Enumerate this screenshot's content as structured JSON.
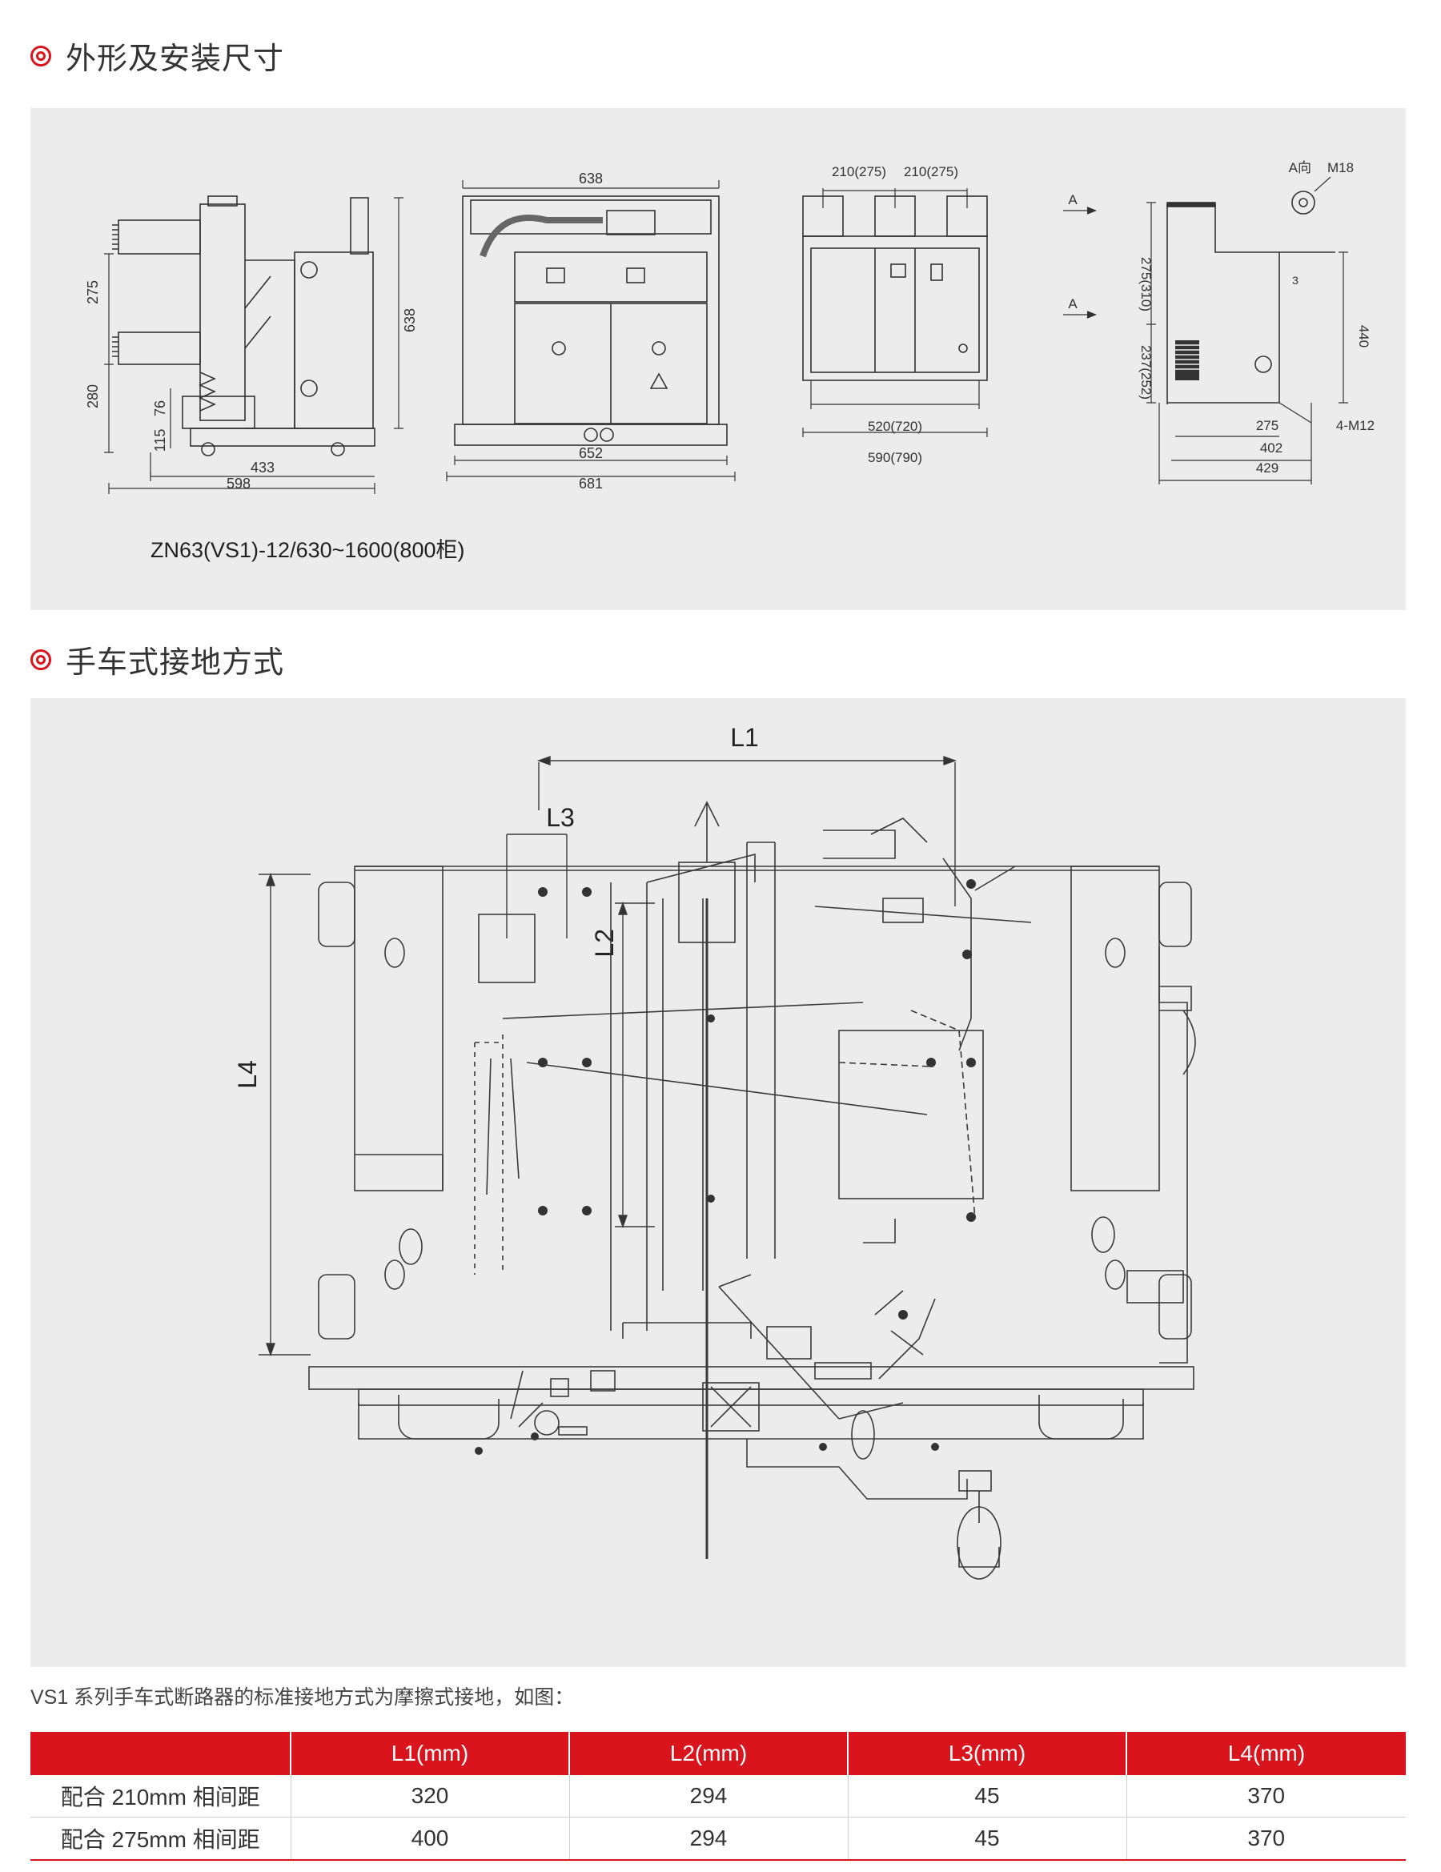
{
  "section1": {
    "title": "外形及安装尺寸"
  },
  "drawing1": {
    "caption": "ZN63(VS1)-12/630~1600(800柜)",
    "dims_side": [
      "275",
      "280",
      "76",
      "115",
      "433",
      "598",
      "638"
    ],
    "dims_front": [
      "638",
      "652",
      "681"
    ],
    "dims_top": [
      "210(275)",
      "210(275)",
      "520(720)",
      "590(790)"
    ],
    "dims_mount": [
      "A向",
      "M18",
      "A",
      "A",
      "275(310)",
      "237(252)",
      "440",
      "275",
      "4-M12",
      "402",
      "429",
      "3"
    ]
  },
  "section2": {
    "title": "手车式接地方式"
  },
  "drawing2": {
    "labels": [
      "L1",
      "L2",
      "L3",
      "L4"
    ]
  },
  "description": "VS1 系列手车式断路器的标准接地方式为摩擦式接地，如图：",
  "table": {
    "headers": [
      "",
      "L1(mm)",
      "L2(mm)",
      "L3(mm)",
      "L4(mm)"
    ],
    "rows": [
      [
        "配合 210mm 相间距",
        "320",
        "294",
        "45",
        "370"
      ],
      [
        "配合 275mm 相间距",
        "400",
        "294",
        "45",
        "370"
      ]
    ]
  },
  "colors": {
    "accent": "#d9141c",
    "panel": "#ececec",
    "line": "#333333"
  }
}
